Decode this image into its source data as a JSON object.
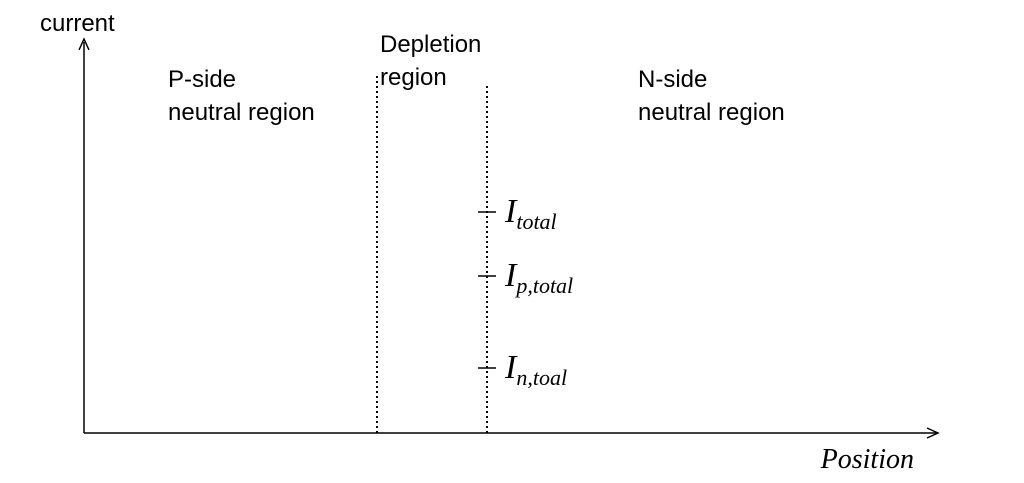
{
  "axes": {
    "y_label": "current",
    "x_label": "Position"
  },
  "regions": {
    "p_side": {
      "line1": "P-side",
      "line2": "neutral region"
    },
    "depletion": {
      "line1": "Depletion",
      "line2": "region"
    },
    "n_side": {
      "line1": "N-side",
      "line2": "neutral region"
    }
  },
  "current_labels": [
    {
      "symbol": "I",
      "subscript": "total"
    },
    {
      "symbol": "I",
      "subscript": "p,total"
    },
    {
      "symbol": "I",
      "subscript": "n,toal"
    }
  ]
}
